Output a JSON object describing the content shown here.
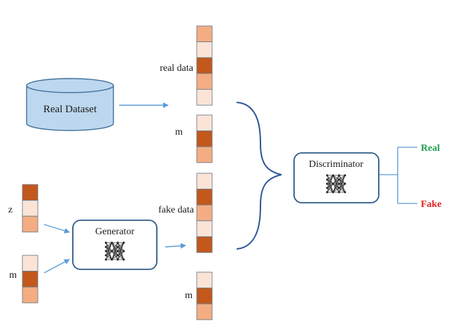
{
  "colors": {
    "dark": "#c2581b",
    "mid": "#f4ad82",
    "light": "#fbe4d6",
    "dataset_fill": "#bdd7ee",
    "dataset_stroke": "#41719c",
    "arrow": "#5b9bd5",
    "box_stroke": "#2e5a88",
    "brace": "#2f5597",
    "real": "#1e9e52",
    "fake": "#e02020"
  },
  "dataset": {
    "label": "Real Dataset"
  },
  "vectors": {
    "real_data": {
      "label": "real data",
      "cells": [
        "mid",
        "light",
        "dark",
        "mid",
        "light"
      ]
    },
    "m_top": {
      "label": "m",
      "cells": [
        "light",
        "dark",
        "mid"
      ]
    },
    "fake_data": {
      "label": "fake data",
      "cells": [
        "light",
        "dark",
        "mid",
        "light",
        "dark"
      ]
    },
    "m_bottom": {
      "label": "m",
      "cells": [
        "light",
        "dark",
        "mid"
      ]
    },
    "z": {
      "label": "z",
      "cells": [
        "dark",
        "light",
        "mid"
      ]
    },
    "m_input": {
      "label": "m",
      "cells": [
        "light",
        "dark",
        "mid"
      ]
    }
  },
  "generator": {
    "label": "Generator",
    "icon": "neural-network-icon"
  },
  "discriminator": {
    "label": "Discriminator",
    "icon": "neural-network-icon"
  },
  "outputs": {
    "real": "Real",
    "fake": "Fake"
  }
}
